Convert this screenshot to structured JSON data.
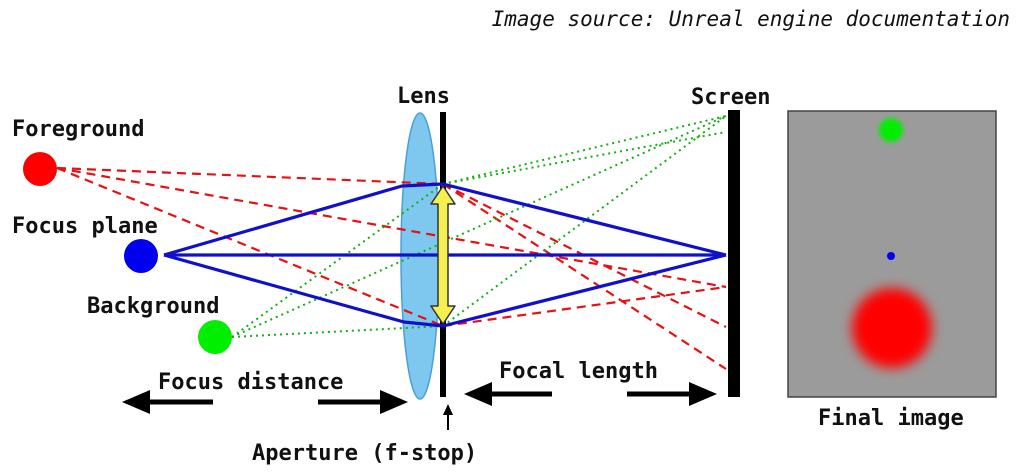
{
  "source_note": "Image source: Unreal engine documentation",
  "labels": {
    "lens": "Lens",
    "screen": "Screen",
    "foreground": "Foreground",
    "focus_plane": "Focus plane",
    "background": "Background",
    "focus_distance": "Focus distance",
    "focal_length": "Focal length",
    "aperture": "Aperture (f-stop)",
    "final_image": "Final image"
  },
  "objects": [
    {
      "name": "Foreground",
      "color": "#ff0000"
    },
    {
      "name": "Focus plane",
      "color": "#0000ee"
    },
    {
      "name": "Background",
      "color": "#00ee00"
    }
  ],
  "colors": {
    "lens_fill": "#7ec8f0",
    "lens_stroke": "#4aa0d8",
    "aperture_arrow": "#f5f050",
    "final_image_bg": "#9b9b9b",
    "foreground_rays": "#e81010",
    "focus_rays": "#1010cc",
    "background_rays": "#10b010"
  },
  "icons": {
    "dimension_arrows": "double-headed-arrow",
    "aperture_pointer": "up-arrow-icon"
  }
}
